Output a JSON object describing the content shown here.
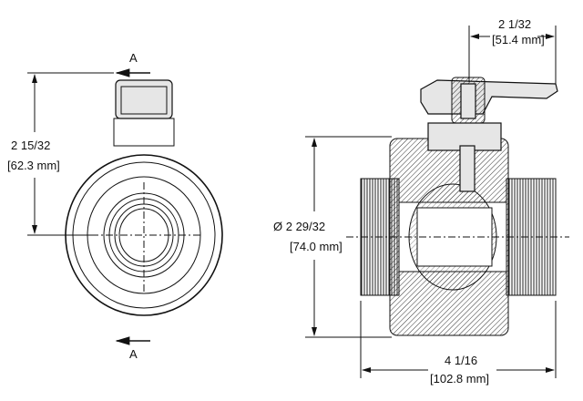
{
  "section_marks": {
    "top": "A",
    "bottom": "A"
  },
  "front_view": {
    "height_in": "2 15/32",
    "height_mm": "[62.3 mm]"
  },
  "side_view": {
    "diameter_in": "Ø  2 29/32",
    "diameter_mm": "[74.0 mm]",
    "handle_in": "2 1/32",
    "handle_mm": "[51.4 mm]",
    "length_in": "4 1/16",
    "length_mm": "[102.8 mm]"
  }
}
